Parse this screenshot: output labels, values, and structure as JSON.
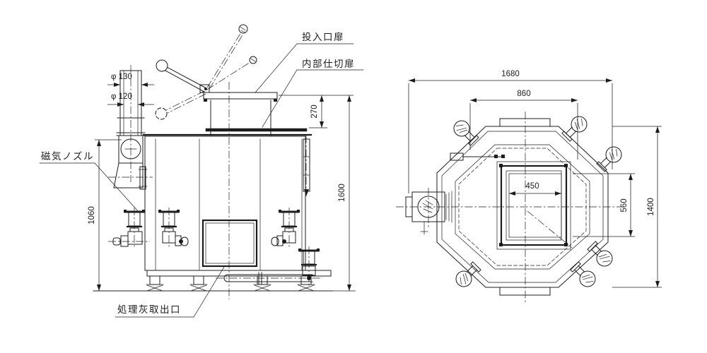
{
  "labels": {
    "inlet_door": "投入口扉",
    "partition_door": "内部仕切扉",
    "magnetic_nozzle": "磁気ノズル",
    "ash_outlet": "処理灰取出口"
  },
  "front_view": {
    "dim_pipe_outer_dia": "φ 130",
    "dim_pipe_inner_dia": "φ 120",
    "dim_neck_height": "270",
    "dim_overall_height": "1600",
    "dim_nozzle_height": "1060"
  },
  "plan_view": {
    "dim_overall_width": "1680",
    "dim_inner_width": "860",
    "dim_opening_width": "450",
    "dim_opening_height": "560",
    "dim_across_flats": "1400"
  },
  "style": {
    "line_color": "#1c1c1c",
    "background": "#ffffff"
  }
}
